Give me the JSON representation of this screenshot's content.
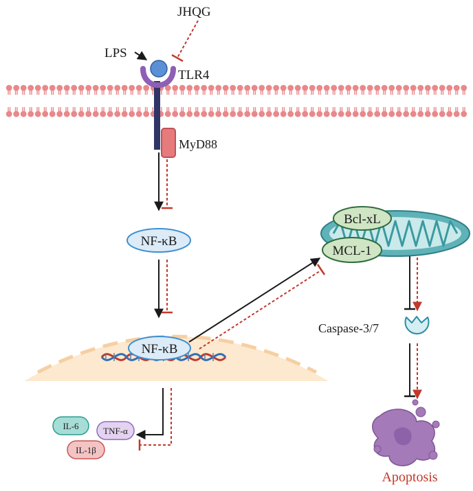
{
  "labels": {
    "jhqg": "JHQG",
    "lps": "LPS",
    "tlr4": "TLR4",
    "myd88": "MyD88",
    "nfkb_cyto": "NF-κB",
    "nfkb_nucleus": "NF-κB",
    "bclxl": "Bcl-xL",
    "mcl1": "MCL-1",
    "caspase": "Caspase-3/7",
    "apoptosis": "Apoptosis",
    "il6": "IL-6",
    "tnfa": "TNF-α",
    "il1b": "IL-1β"
  },
  "colors": {
    "activation": "#1a1a1a",
    "inhibition": "#c0392b",
    "membrane": "#e8888a",
    "nucleus": "#fde9cf",
    "nfkb_fill": "#dcebf8",
    "nfkb_stroke": "#3e8fcf",
    "mito_fill": "#5fb3b8",
    "bcl_fill": "#cfe5c4",
    "apoptosis_fill": "#a47ab8",
    "apoptosis_text": "#c0392b"
  }
}
